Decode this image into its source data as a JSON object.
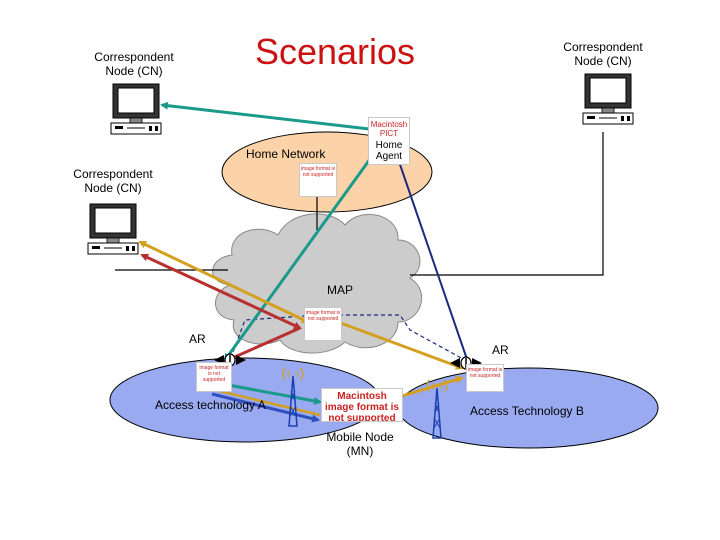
{
  "title": "Scenarios",
  "nodes": {
    "cn_top_left": "Correspondent Node (CN)",
    "cn_top_right": "Correspondent Node (CN)",
    "cn_mid_left": "Correspondent Node (CN)",
    "home_network": "Home Network",
    "home_agent": "Home Agent",
    "home_agent_overlay": "Macintosh PICT",
    "map": "MAP",
    "ar_left": "AR",
    "ar_right": "AR",
    "access_a": "Access technology A",
    "access_b": "Access Technology B",
    "mobile_node": "Mobile Node (MN)"
  },
  "placeholder_text": "image format is not supported",
  "mn_placeholder": "Macintosh image format is not supported",
  "colors": {
    "title": "#cc1111",
    "home_network_fill": "#fcd3a8",
    "access_fill": "#99aaf0",
    "cloud_fill": "#cccccc",
    "link_teal": "#1a9a8a",
    "link_gold": "#d4a020",
    "link_red": "#b83030",
    "link_blue": "#3050c0",
    "link_navy": "#1c2a80"
  }
}
